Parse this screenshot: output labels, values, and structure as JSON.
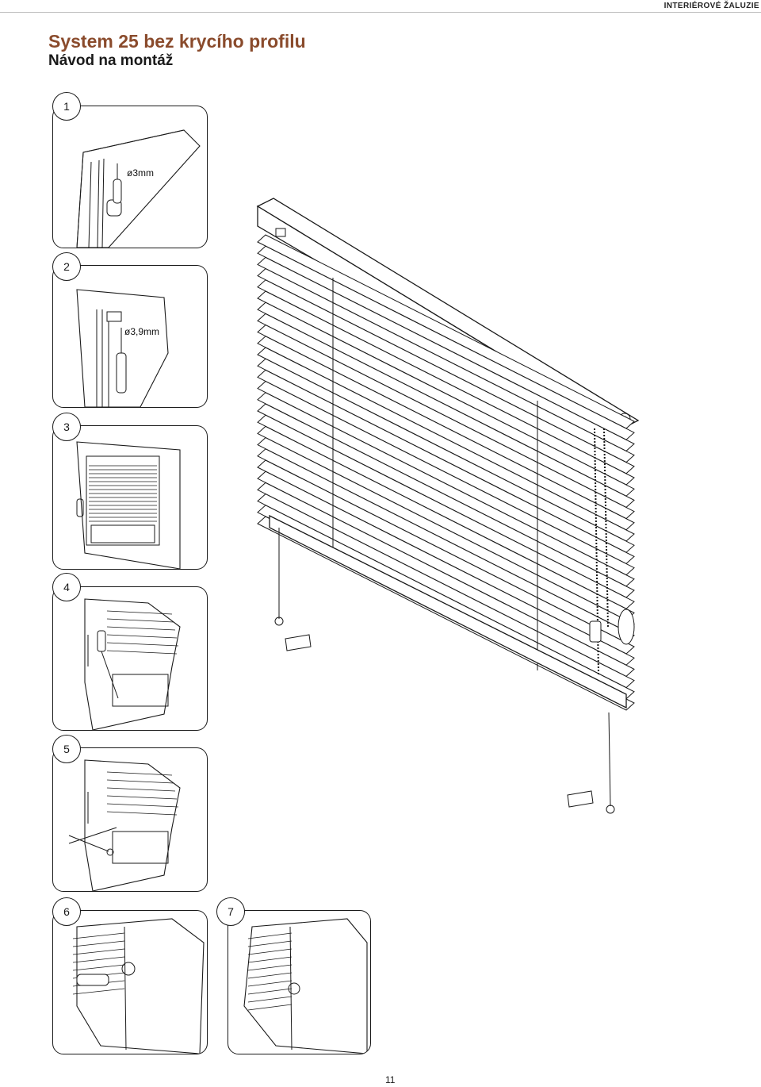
{
  "header": {
    "category": "INTERIÉROVÉ ŽALUZIE"
  },
  "document": {
    "title": "System 25 bez krycího profilu",
    "subtitle": "Návod na montáž"
  },
  "steps": [
    {
      "number": "1",
      "dimension": "ø3mm"
    },
    {
      "number": "2",
      "dimension": "ø3,9mm"
    },
    {
      "number": "3"
    },
    {
      "number": "4"
    },
    {
      "number": "5"
    },
    {
      "number": "6"
    },
    {
      "number": "7"
    }
  ],
  "footer": {
    "page_number": "11"
  },
  "colors": {
    "title": "#8a4b2c",
    "line": "#1a1a1a"
  }
}
